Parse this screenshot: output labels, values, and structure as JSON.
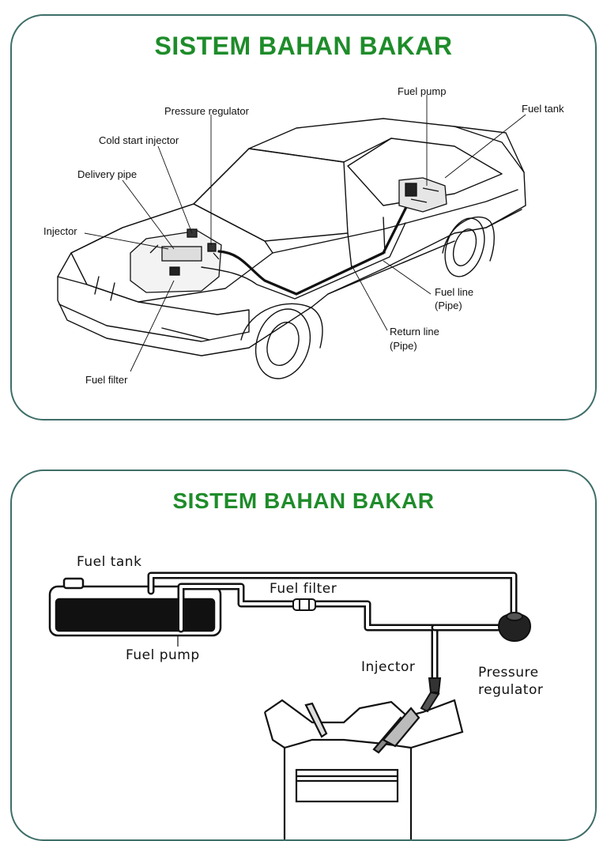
{
  "slides": [
    {
      "title": "SISTEM BAHAN BAKAR",
      "labels": {
        "fuel_pump": "Fuel pump",
        "fuel_tank": "Fuel tank",
        "pressure_regulator": "Pressure regulator",
        "cold_start_injector": "Cold start injector",
        "delivery_pipe": "Delivery pipe",
        "injector": "Injector",
        "fuel_line_1": "Fuel line",
        "fuel_line_2": "(Pipe)",
        "return_line_1": "Return line",
        "return_line_2": "(Pipe)",
        "fuel_filter": "Fuel filter"
      }
    },
    {
      "title": "SISTEM BAHAN BAKAR",
      "labels": {
        "fuel_tank": "Fuel tank",
        "fuel_filter": "Fuel filter",
        "fuel_pump": "Fuel pump",
        "injector": "Injector",
        "pressure_regulator_1": "Pressure",
        "pressure_regulator_2": "regulator"
      }
    }
  ]
}
